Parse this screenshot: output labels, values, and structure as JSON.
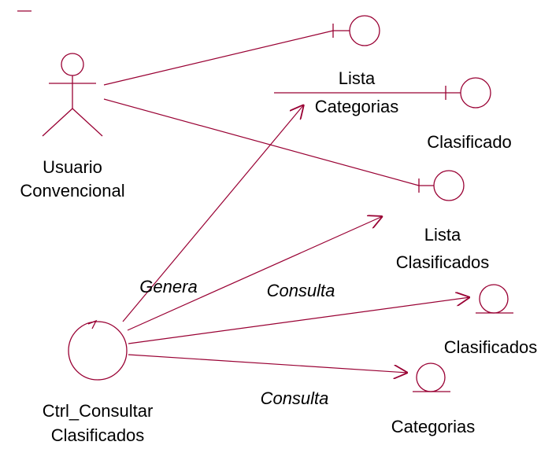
{
  "colors": {
    "stroke": "#990033",
    "text": "#000000",
    "background": "#ffffff"
  },
  "actor": {
    "line1": "Usuario",
    "line2": "Convencional"
  },
  "boundaries": [
    {
      "line1": "Lista",
      "line2": "Categorias"
    },
    {
      "line1": "Clasificado",
      "line2": ""
    },
    {
      "line1": "Lista",
      "line2": "Clasificados"
    }
  ],
  "control": {
    "line1": "Ctrl_Consultar",
    "line2": "Clasificados"
  },
  "entities": [
    {
      "label": "Clasificados"
    },
    {
      "label": "Categorias"
    }
  ],
  "messages": {
    "genera": "Genera",
    "consulta_1": "Consulta",
    "consulta_2": "Consulta"
  }
}
